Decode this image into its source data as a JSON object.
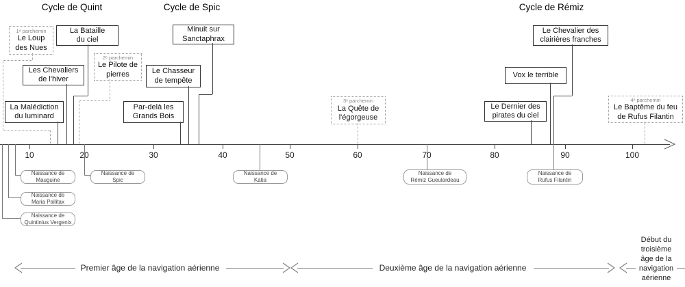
{
  "cycles": [
    {
      "label": "Cycle de Quint"
    },
    {
      "label": "Cycle de Spic"
    },
    {
      "label": "Cycle de Rémiz"
    }
  ],
  "books": [
    {
      "id": "le-loup-des-nues",
      "type": "parchemin",
      "parchment_label": "1ᵉ parchemin",
      "title": "Le Loup\ndes Nues",
      "year_approx": 14
    },
    {
      "id": "la-bataille-du-ciel",
      "type": "livre",
      "title": "La Bataille\ndu ciel",
      "year_approx": 18
    },
    {
      "id": "les-chevaliers-de-l-hiver",
      "type": "livre",
      "title": "Les Chevaliers\nde l'hiver",
      "year_approx": 17
    },
    {
      "id": "le-pilote-de-pierres",
      "type": "parchemin",
      "parchment_label": "2ᵉ parchemin",
      "title": "Le Pilote de\npierres",
      "year_approx": 19
    },
    {
      "id": "la-malediction-du-luminard",
      "type": "livre",
      "title": "La Malédiction\ndu luminard",
      "year_approx": 15
    },
    {
      "id": "par-dela-les-grands-bois",
      "type": "livre",
      "title": "Par-delà les\nGrands Bois",
      "year_approx": 34
    },
    {
      "id": "minuit-sur-sanctaphrax",
      "type": "livre",
      "title": "Minuit sur\nSanctaphrax",
      "year_approx": 37
    },
    {
      "id": "le-chasseur-de-tempete",
      "type": "livre",
      "title": "Le Chasseur\nde tempête",
      "year_approx": 35
    },
    {
      "id": "la-quete-de-l-egorgeuse",
      "type": "parchemin",
      "parchment_label": "3ᵉ parchemin",
      "title": "La Quête de\nl'égorgeuse",
      "year_approx": 60
    },
    {
      "id": "le-dernier-des-pirates-du-ciel",
      "type": "livre",
      "title": "Le Dernier des\npirates du ciel",
      "year_approx": 85
    },
    {
      "id": "vox-le-terrible",
      "type": "livre",
      "title": "Vox le terrible",
      "year_approx": 88
    },
    {
      "id": "le-chevalier-des-clairieres-franches",
      "type": "livre",
      "title": "Le Chevalier des\nclairières franches",
      "year_approx": 88
    },
    {
      "id": "le-bapteme-du-feu-de-rufus-filantin",
      "type": "parchemin",
      "parchment_label": "4ᵉ parchemin",
      "title": "Le Baptême du feu\nde Rufus Filantin",
      "year_approx": 102
    }
  ],
  "births": [
    {
      "label": "Naissance de\nMauguine",
      "year_approx": 7
    },
    {
      "label": "Naissance de\nMaria Pallitax",
      "year_approx": 6
    },
    {
      "label": "Naissance de\nQuintinius Vergenix",
      "year_approx": 5
    },
    {
      "label": "Naissance de\nSpic",
      "year_approx": 20
    },
    {
      "label": "Naissance de\nKatia",
      "year_approx": 45
    },
    {
      "label": "Naissance de\nRémiz Gueulardeau",
      "year_approx": 70
    },
    {
      "label": "Naissance de\nRufus Filantin",
      "year_approx": 88
    }
  ],
  "axis": {
    "ticks": [
      "10",
      "20",
      "30",
      "40",
      "50",
      "60",
      "70",
      "80",
      "90",
      "100"
    ]
  },
  "eras": [
    {
      "label": "Premier âge de la navigation aérienne"
    },
    {
      "label": "Deuxième âge de la navigation aérienne"
    },
    {
      "label": "Début du\ntroisième\nâge de la\nnavigation\naérienne"
    }
  ],
  "colors": {
    "box_border": "#333333",
    "dotted_border": "#999999",
    "axis": "#444444",
    "birth_border": "#999999",
    "era_line": "#808080"
  }
}
